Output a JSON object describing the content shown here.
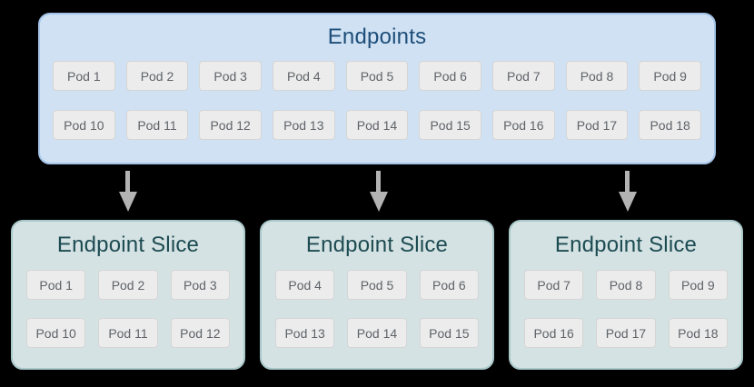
{
  "diagram": {
    "background_color": "#000000",
    "arrow_color": "#b3b3b3"
  },
  "endpoints": {
    "title": "Endpoints",
    "title_color": "#1e4e79",
    "fill_color": "#cfe1f3",
    "border_color": "#a5c4e7",
    "pods": [
      "Pod 1",
      "Pod 2",
      "Pod 3",
      "Pod 4",
      "Pod 5",
      "Pod 6",
      "Pod 7",
      "Pod 8",
      "Pod 9",
      "Pod 10",
      "Pod 11",
      "Pod 12",
      "Pod 13",
      "Pod 14",
      "Pod 15",
      "Pod 16",
      "Pod 17",
      "Pod 18"
    ]
  },
  "pod_style": {
    "fill_color": "#ececec",
    "border_color": "#d5d5d5",
    "text_color": "#5f6368"
  },
  "slice_style": {
    "fill_color": "#d4e2e3",
    "border_color": "#a9c8ca",
    "title_color": "#1d4b52"
  },
  "slices": [
    {
      "title": "Endpoint Slice",
      "pods": [
        "Pod 1",
        "Pod 2",
        "Pod 3",
        "Pod 10",
        "Pod 11",
        "Pod 12"
      ]
    },
    {
      "title": "Endpoint Slice",
      "pods": [
        "Pod 4",
        "Pod 5",
        "Pod 6",
        "Pod 13",
        "Pod 14",
        "Pod 15"
      ]
    },
    {
      "title": "Endpoint Slice",
      "pods": [
        "Pod 7",
        "Pod 8",
        "Pod 9",
        "Pod 16",
        "Pod 17",
        "Pod 18"
      ]
    }
  ]
}
